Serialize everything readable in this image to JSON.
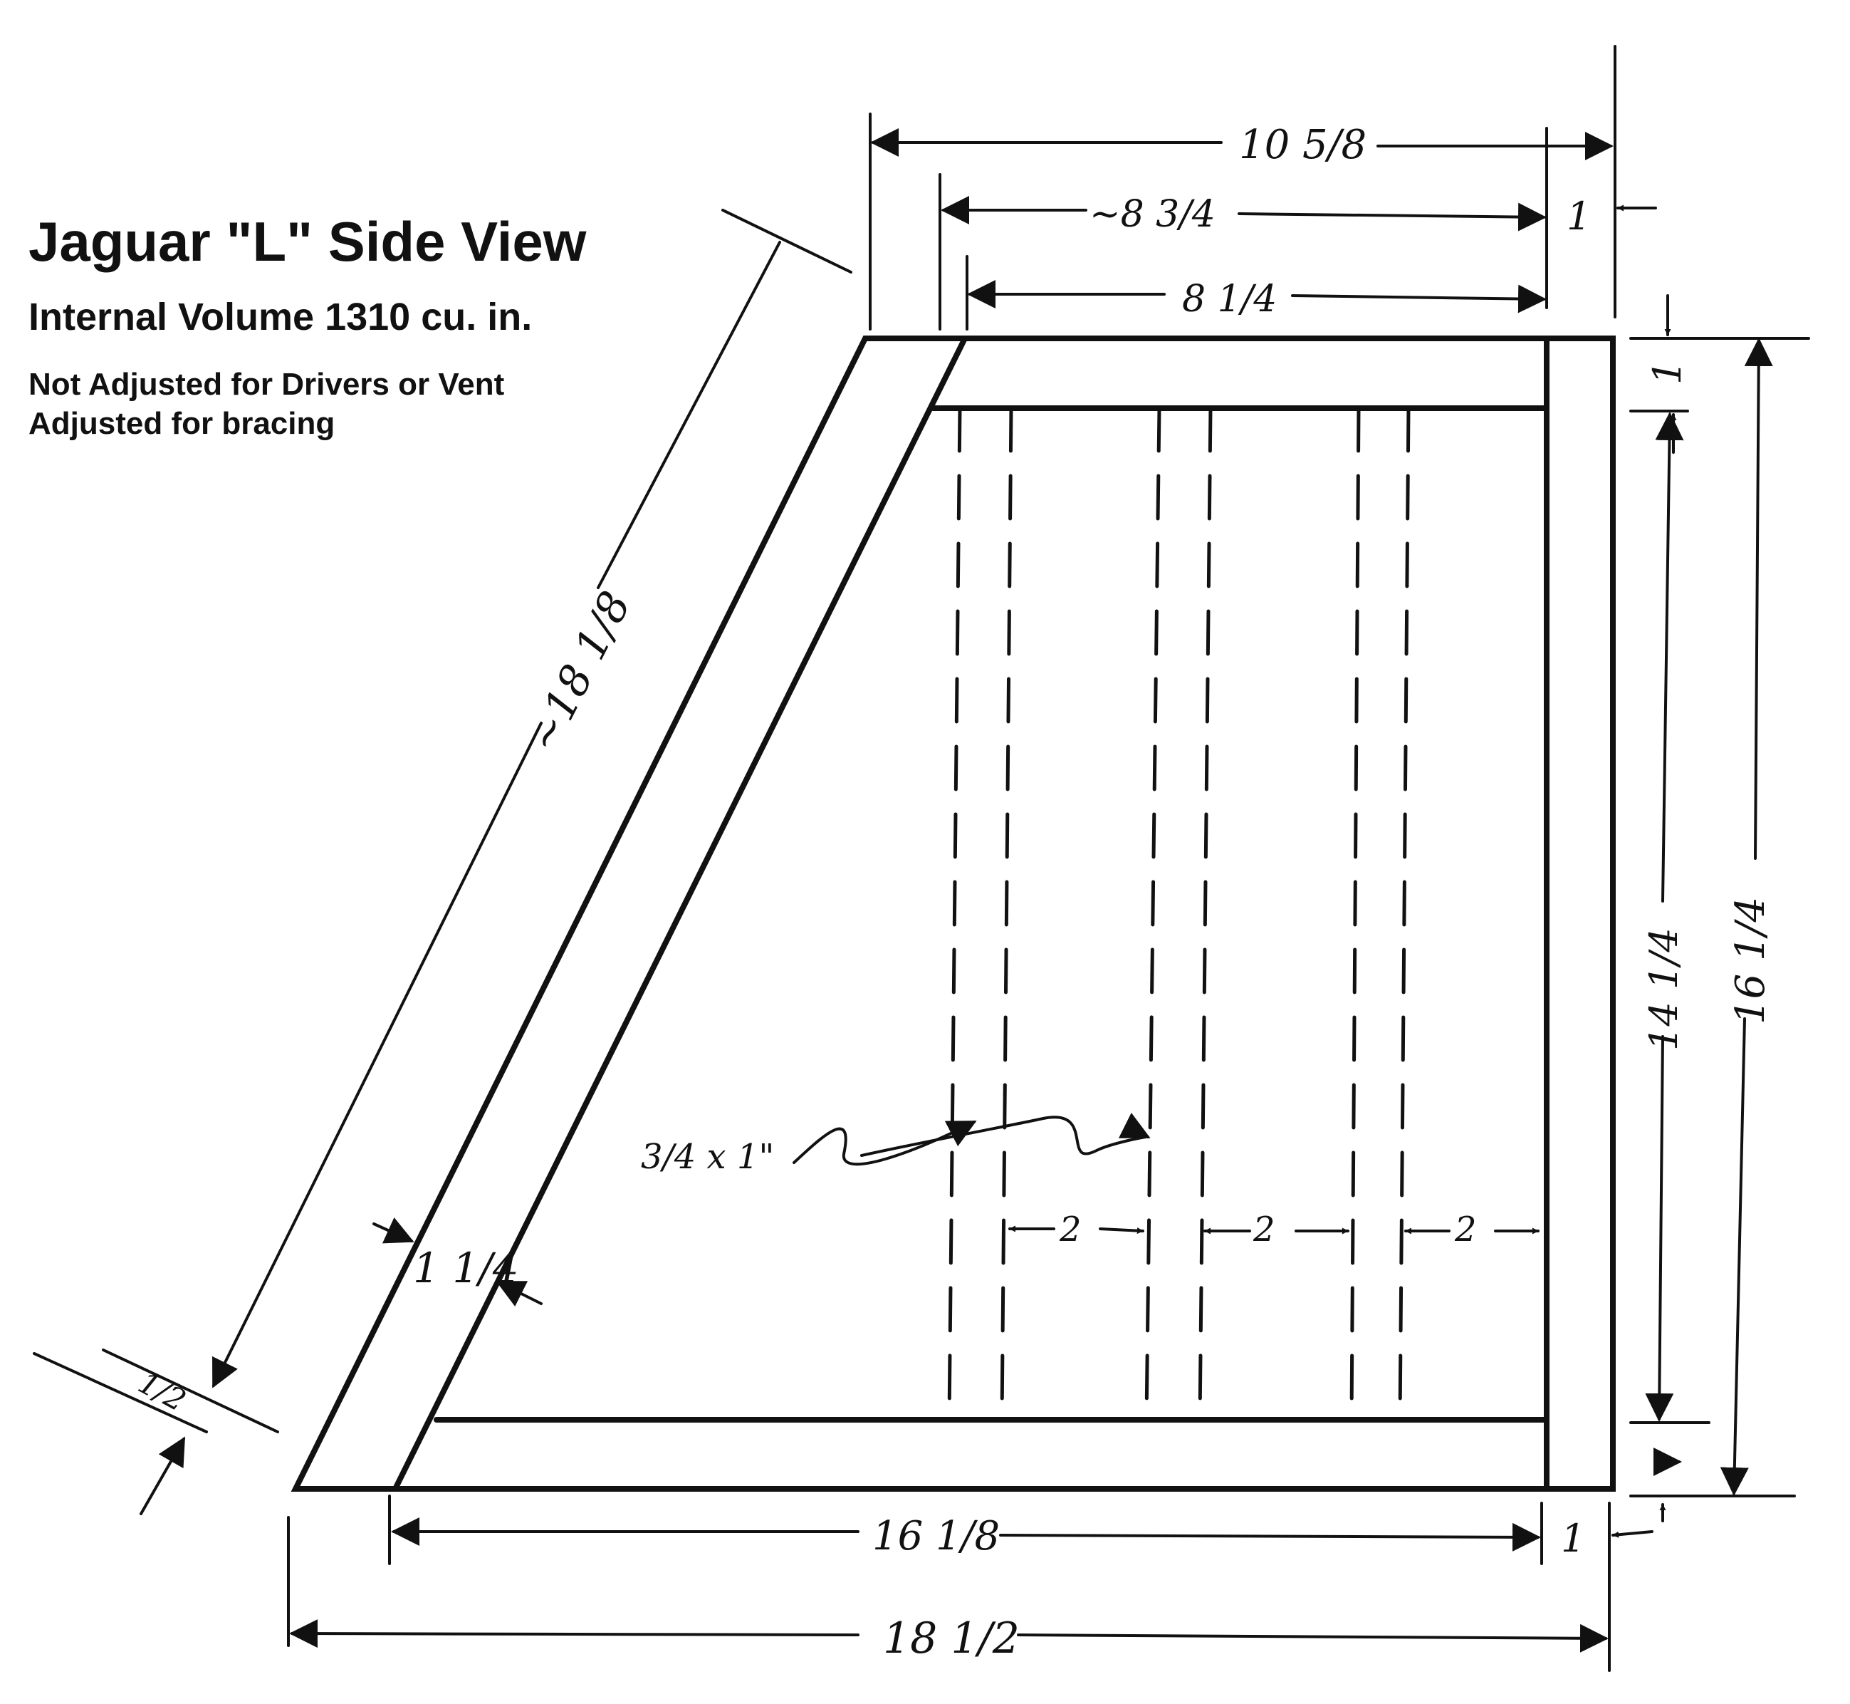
{
  "title": {
    "heading": "Jaguar \"L\" Side View",
    "volume": "Internal Volume 1310 cu. in.",
    "note1": "Not Adjusted for Drivers or Vent",
    "note2": "Adjusted for bracing"
  },
  "dimensions": {
    "top_overall": "10 5/8",
    "top_mid": "~8 3/4",
    "top_inner": "8 1/4",
    "top_right_thickness": "1",
    "right_top_thickness": "1",
    "right_inner_height": "14 1/4",
    "right_overall_height": "16 1/4",
    "bottom_inner": "16 1/8",
    "bottom_right_thickness": "1",
    "bottom_overall": "18 1/2",
    "slant_length": "~18 1/8",
    "slant_thickness": "1 1/4",
    "slant_corner": "1/2",
    "brace_size": "3/4 x 1\"",
    "brace_gap_1": "2",
    "brace_gap_2": "2",
    "brace_gap_3": "2"
  },
  "colors": {
    "ink": "#111111",
    "paper": "#ffffff"
  }
}
